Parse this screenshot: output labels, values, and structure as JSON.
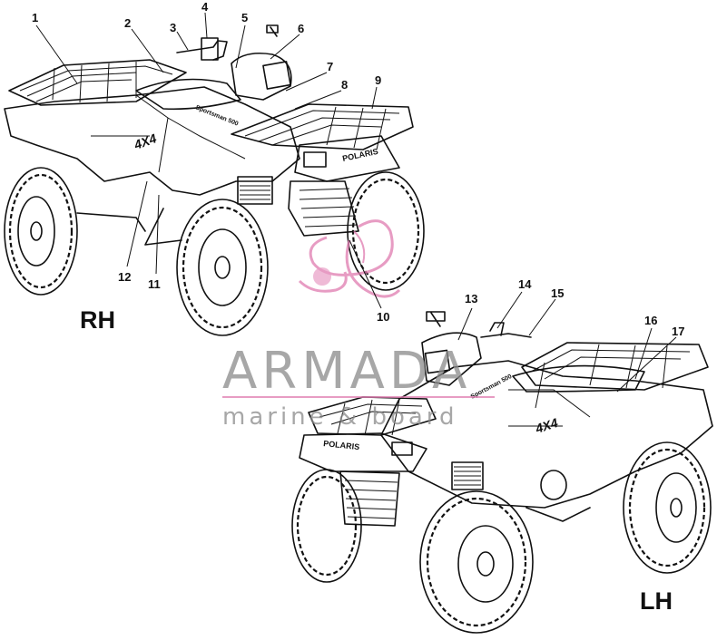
{
  "callouts": [
    {
      "id": "1",
      "label": "1"
    },
    {
      "id": "2",
      "label": "2"
    },
    {
      "id": "3",
      "label": "3"
    },
    {
      "id": "4",
      "label": "4"
    },
    {
      "id": "5",
      "label": "5"
    },
    {
      "id": "6",
      "label": "6"
    },
    {
      "id": "7",
      "label": "7"
    },
    {
      "id": "8",
      "label": "8"
    },
    {
      "id": "9",
      "label": "9"
    },
    {
      "id": "10",
      "label": "10"
    },
    {
      "id": "11",
      "label": "11"
    },
    {
      "id": "12",
      "label": "12"
    },
    {
      "id": "13",
      "label": "13"
    },
    {
      "id": "14",
      "label": "14"
    },
    {
      "id": "15",
      "label": "15"
    },
    {
      "id": "16",
      "label": "16"
    },
    {
      "id": "17",
      "label": "17"
    }
  ],
  "views": {
    "right_label": "RH",
    "left_label": "LH"
  },
  "decals": {
    "model_4x4": "4X4",
    "brand": "POLARIS",
    "tank_decal": "Sportsman 500"
  },
  "watermark": {
    "title": "ARMADA",
    "subtitle": "marine & board",
    "logo_color": "#e07bb0",
    "text_color": "#8a8a8a"
  }
}
